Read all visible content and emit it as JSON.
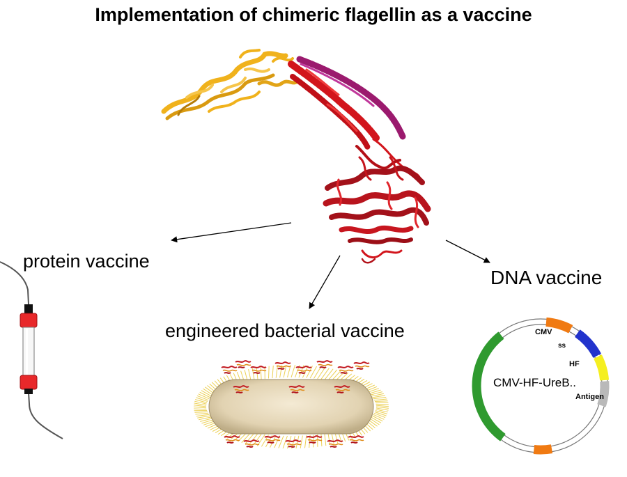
{
  "title": "Implementation of chimeric flagellin as a vaccine",
  "labels": {
    "protein": "protein vaccine",
    "bacterial": "engineered bacterial vaccine",
    "dna": "DNA vaccine"
  },
  "plasmid": {
    "name": "CMV-HF-UreB..",
    "segments": {
      "cmv": "CMV",
      "ss": "ss",
      "hf": "HF",
      "antigen": "Antigen"
    }
  },
  "colors": {
    "domain_d3": "#f0b21c",
    "domain_d1": "#d2151c",
    "helix": "#9b1a6e",
    "domain_d0": "#a3111a",
    "column_cap": "#e8282a",
    "plasmid_cmv": "#f07a12",
    "plasmid_ss": "#2233cc",
    "plasmid_hf": "#f5ef20",
    "plasmid_antigen": "#b9b9b9",
    "plasmid_backbone": "#2f9a2f",
    "cell_body": "#e2d3b2",
    "fimbriae": "#ecd055"
  }
}
